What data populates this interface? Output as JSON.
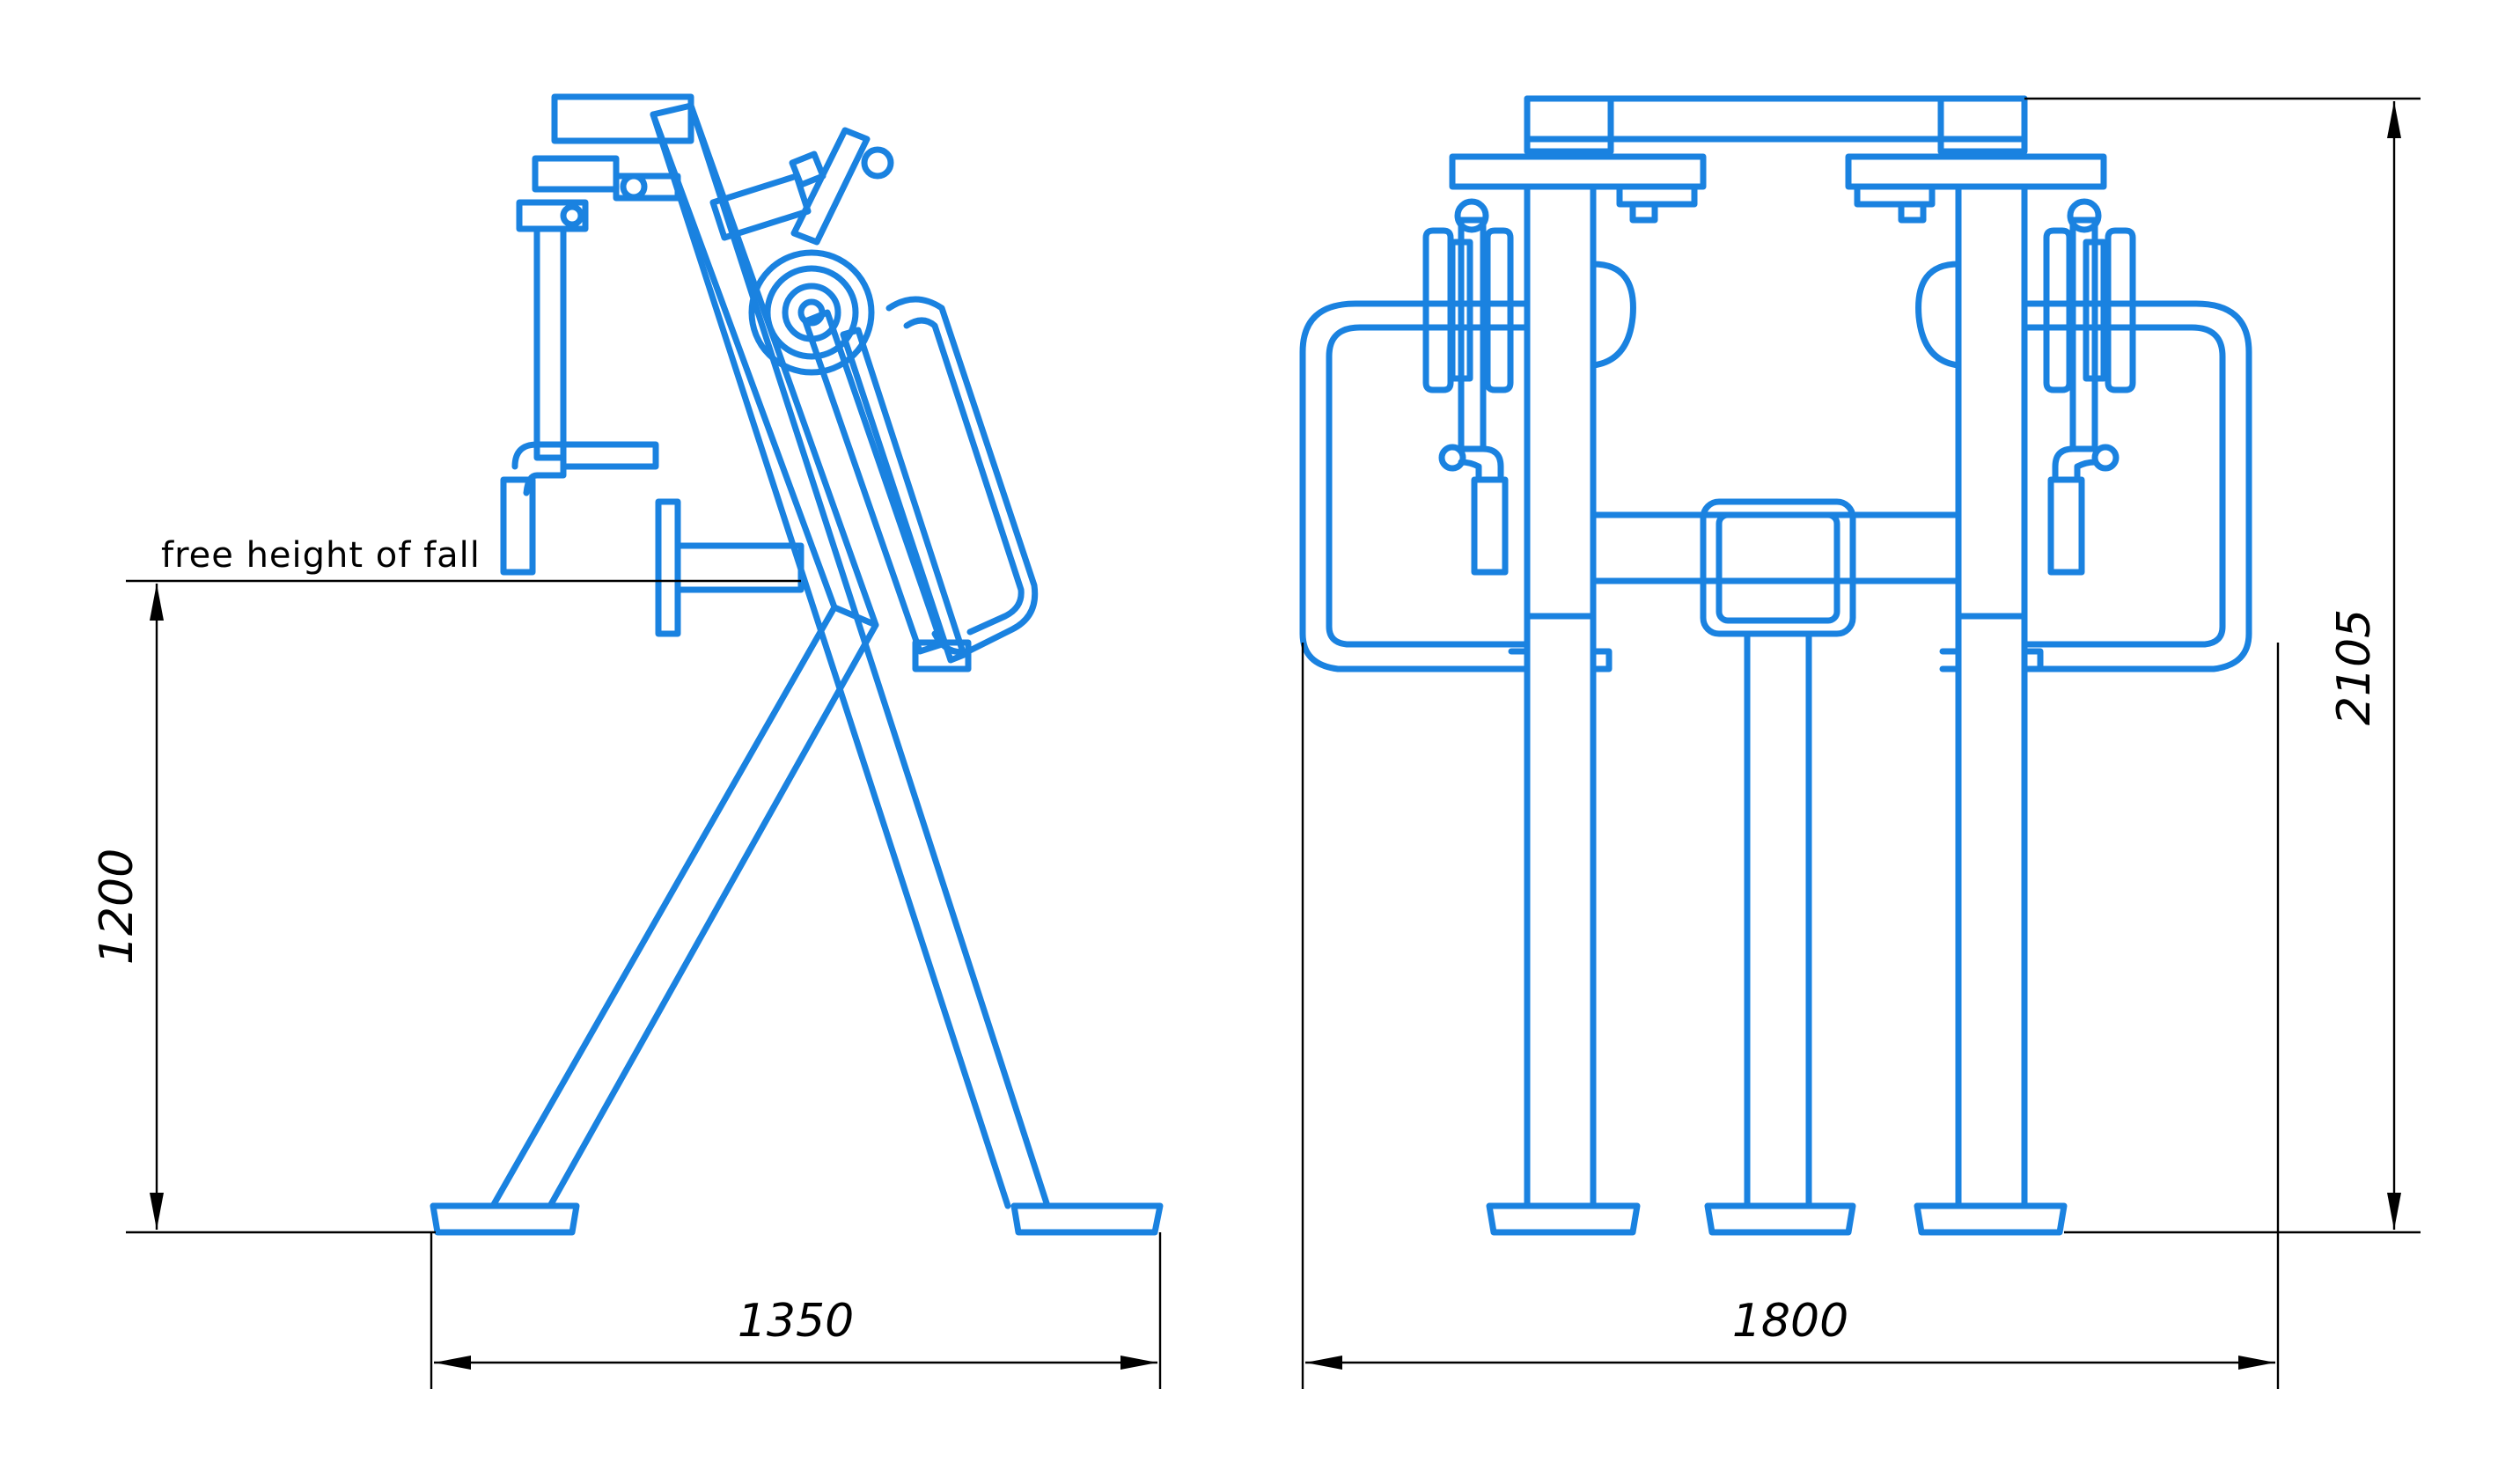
{
  "colors": {
    "equipment": "#1a82e0",
    "dimension": "#000000"
  },
  "annotations": {
    "free_height_label": "free height of fall"
  },
  "dimensions": {
    "side_width": "1350",
    "free_height": "1200",
    "front_width": "1800",
    "total_height": "2105"
  }
}
